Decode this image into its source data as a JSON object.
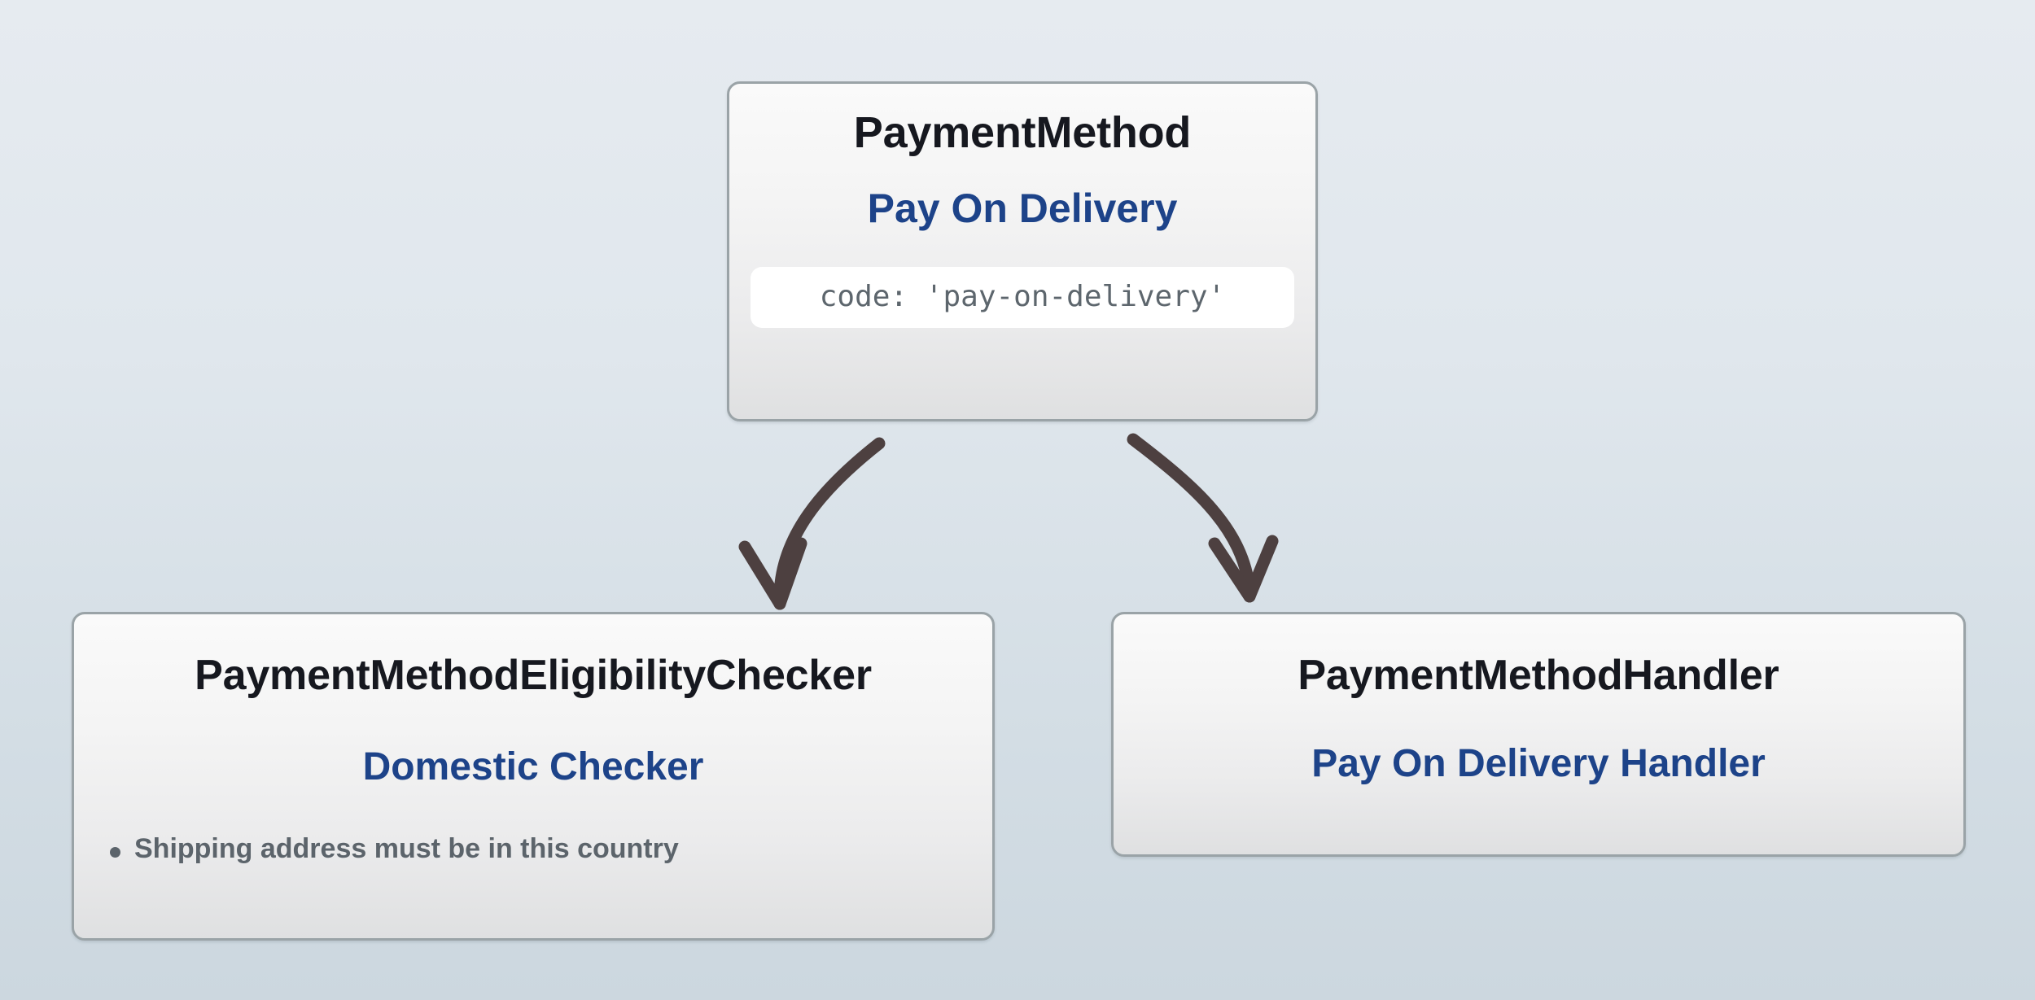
{
  "diagram": {
    "type": "class-relationship-diagram",
    "background": {
      "gradient_from": "#e6ebf0",
      "gradient_to": "#ccd7df"
    },
    "colors": {
      "title": "#16181f",
      "subtitle_accent": "#1d4389",
      "body_text": "#5c646b",
      "card_border": "#9aa3a7",
      "arrow": "#4d4040",
      "code_chip_bg": "#ffffff"
    },
    "nodes": {
      "payment_method": {
        "title": "PaymentMethod",
        "subtitle": "Pay On Delivery",
        "code": "code: 'pay-on-delivery'"
      },
      "eligibility_checker": {
        "title": "PaymentMethodEligibilityChecker",
        "subtitle": "Domestic Checker",
        "requirements": [
          "Shipping address must be in this country"
        ]
      },
      "payment_handler": {
        "title": "PaymentMethodHandler",
        "subtitle": "Pay On Delivery Handler"
      }
    },
    "arrows": [
      {
        "name": "arrow-to-eligibility-checker",
        "from": "payment_method",
        "to": "eligibility_checker",
        "style": "curved-hand-drawn"
      },
      {
        "name": "arrow-to-payment-handler",
        "from": "payment_method",
        "to": "payment_handler",
        "style": "curved-hand-drawn"
      }
    ]
  }
}
